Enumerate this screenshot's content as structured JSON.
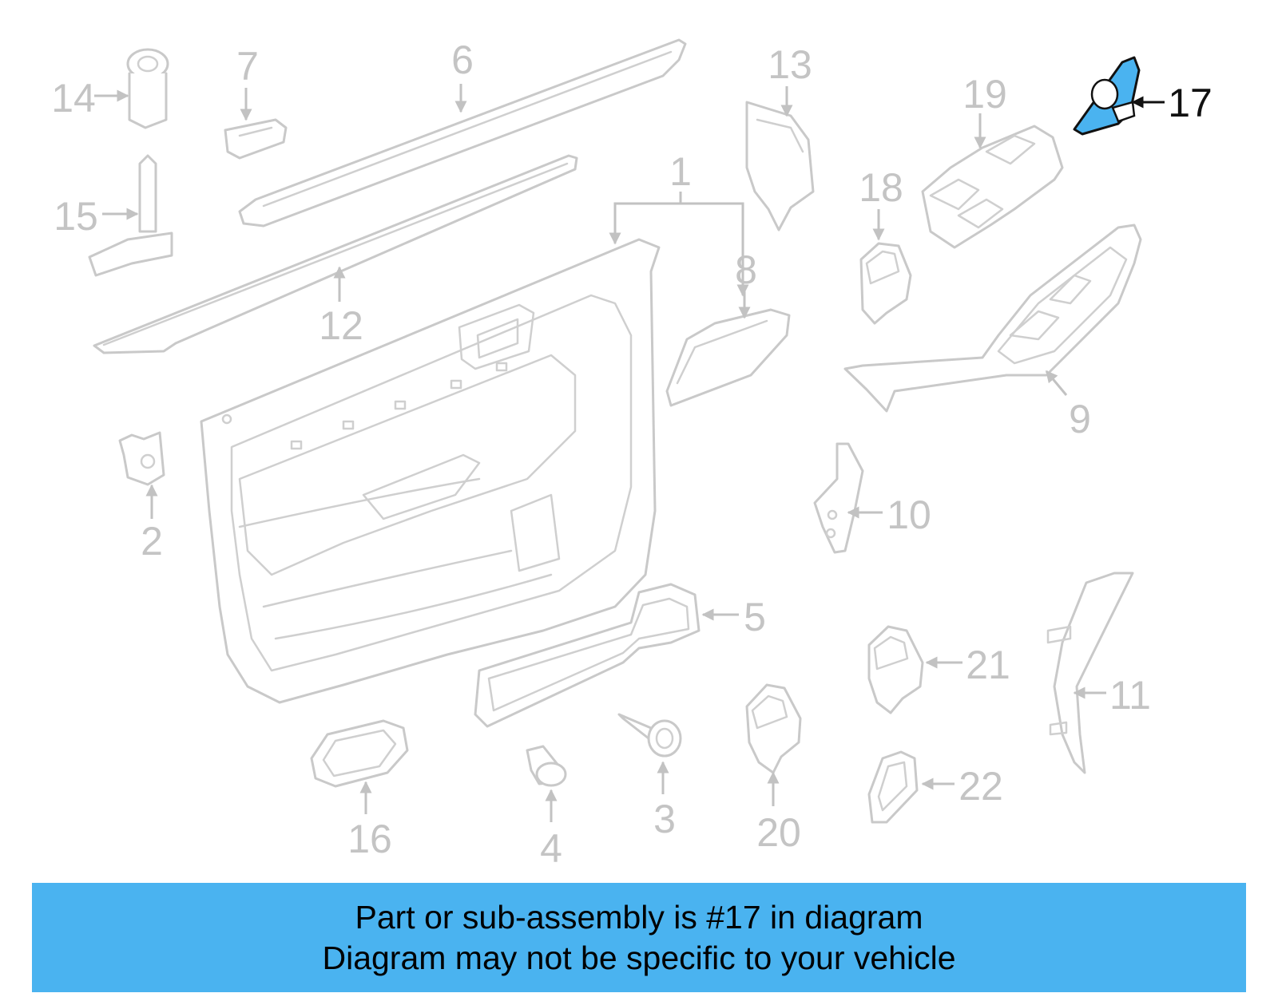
{
  "diagram": {
    "highlight_color": "#4ab3f0",
    "part_outline_color": "#c9c9c9",
    "highlighted_part": "17",
    "callouts": {
      "c1": "1",
      "c2": "2",
      "c3": "3",
      "c4": "4",
      "c5": "5",
      "c6": "6",
      "c7": "7",
      "c8": "8",
      "c9": "9",
      "c10": "10",
      "c11": "11",
      "c12": "12",
      "c13": "13",
      "c14": "14",
      "c15": "15",
      "c16": "16",
      "c17": "17",
      "c18": "18",
      "c19": "19",
      "c20": "20",
      "c21": "21",
      "c22": "22"
    }
  },
  "banner": {
    "line1": "Part or sub-assembly is #17 in diagram",
    "line2": "Diagram may not be specific to your vehicle"
  }
}
